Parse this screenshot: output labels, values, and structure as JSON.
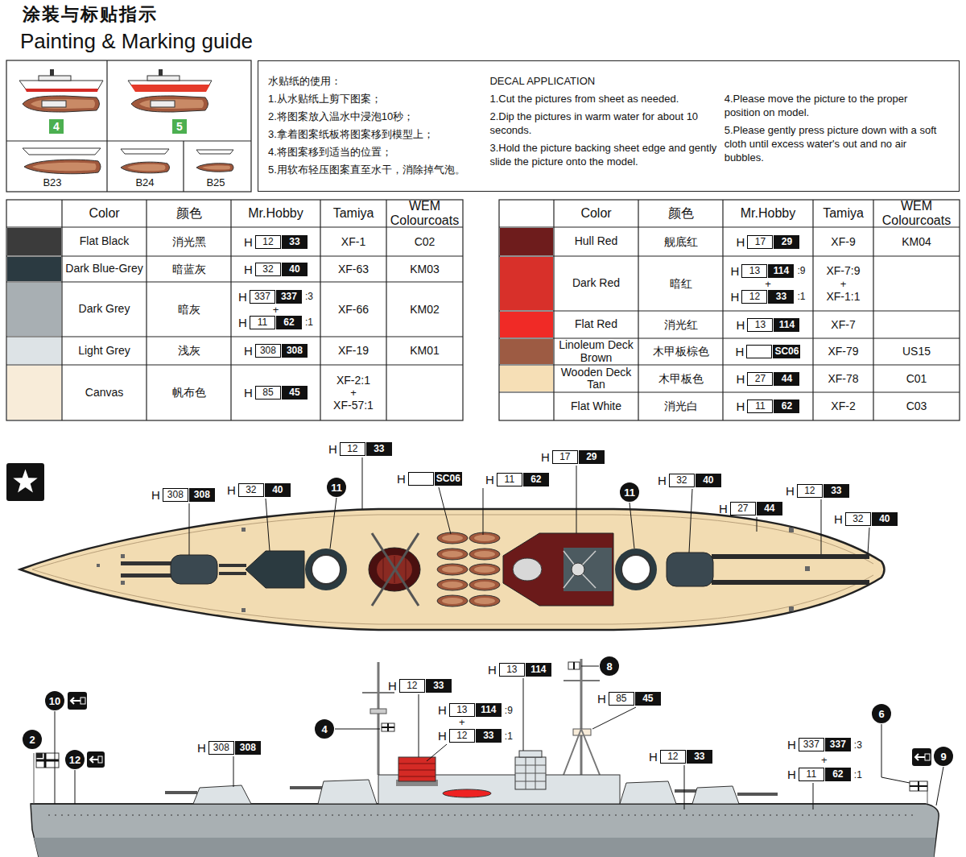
{
  "diagram": {
    "title": "涂装与标贴指示",
    "nodes": [
      {
        "text": [
          "4"
        ]
      },
      {
        "text": [
          "5"
        ]
      },
      {
        "text": [
          "水贴纸的使用：",
          "1.从水贴纸上剪下图案；",
          "2.将图案放入温水中浸泡10秒；",
          "3.拿着图案纸板将图案移到模型上；",
          "4.将图案移到适当的位置；",
          "5.用软布轻压图案直至水干，消除掉气泡。",
          "DECAL APPLICATION",
          "1.Cut the pictures from sheet as needed.",
          "2.Dip the pictures in warm water for about 10 seconds.",
          "3.Hold the picture backing sheet edge and gently slide the picture onto the model.",
          "4.Please move the picture to the proper position on model.",
          "5.Please gently press picture down with a soft cloth until excess water's out and no air bubbles."
        ]
      },
      {
        "text": [
          "11"
        ]
      },
      {
        "text": [
          "11"
        ]
      },
      {
        "text": [
          "8"
        ]
      },
      {
        "text": [
          "10"
        ]
      },
      {
        "text": [
          "6"
        ]
      },
      {
        "text": [
          "4"
        ]
      },
      {
        "text": [
          "2"
        ]
      },
      {
        "text": [
          "9"
        ]
      },
      {
        "text": [
          "12"
        ]
      }
    ],
    "labels": [
      "Painting & Marking guide",
      "B23",
      "B24",
      "B25",
      "Color",
      "颜色",
      "Mr.Hobby",
      "Tamiya",
      "WEM Colourcoats",
      "消光黑",
      "H",
      "12",
      "33",
      "XF-1",
      "C02",
      "暗蓝灰",
      "H",
      "32",
      "40",
      "XF-63",
      "KM03",
      "暗灰",
      "H",
      "337",
      "337",
      ":3",
      "+",
      "H",
      "11",
      "62",
      ":1",
      "XF-66",
      "KM02",
      "浅灰",
      "H",
      "308",
      "308",
      "XF-19",
      "KM01",
      "帆布色",
      "H",
      "85",
      "45",
      "XF-2:1",
      "+",
      "XF-57:1",
      "Color",
      "颜色",
      "Mr.Hobby",
      "Tamiya",
      "WEM Colourcoats",
      "舰底红",
      "H",
      "17",
      "29",
      "XF-9",
      "KM04",
      "暗红",
      "H",
      "13",
      "114",
      ":9",
      "+",
      "H",
      "12",
      "33",
      ":1",
      "XF-7:9",
      "+",
      "XF-1:1",
      "消光红",
      "H",
      "13",
      "114",
      "XF-7",
      "木甲板棕色",
      "H",
      "SC06",
      "XF-79",
      "US15",
      "木甲板色",
      "H",
      "27",
      "44",
      "XF-78",
      "C01",
      "消光白",
      "H",
      "11",
      "62",
      "XF-2",
      "C03",
      "H",
      "12",
      "33",
      "H",
      "17",
      "29",
      "H",
      "SC06",
      "H",
      "11",
      "62",
      "H",
      "32",
      "40",
      "H",
      "32",
      "40",
      "H",
      "12",
      "33",
      "H",
      "308",
      "308",
      "H",
      "27",
      "44",
      "H",
      "32",
      "40",
      "H",
      "13",
      "114",
      "H",
      "12",
      "33",
      "H",
      "85",
      "45",
      "H",
      "13",
      "114",
      ":9",
      "+",
      "H",
      "12",
      "33",
      ":1",
      "H",
      "337",
      "337",
      ":3",
      "H",
      "308",
      "308",
      "H",
      "12",
      "33",
      "+",
      "H",
      "11",
      "62",
      ":1"
    ],
    "legend": [
      {
        "text": "Flat Black",
        "color": "#3b3b3b"
      },
      {
        "text": "Dark Blue-Grey",
        "color": "#2b3a41"
      },
      {
        "text": "Dark Grey",
        "color": "#a8afb3"
      },
      {
        "text": "Light Grey",
        "color": "#dde3e6"
      },
      {
        "text": "Canvas",
        "color": "#f8ecd9"
      },
      {
        "text": "Hull Red",
        "color": "#6e1c1c"
      },
      {
        "text": "Dark Red",
        "color": "#d8302a"
      },
      {
        "text": "Flat Red",
        "color": "#f02a26"
      },
      {
        "text": "Linoleum Deck Brown",
        "color": "#9d5b43"
      },
      {
        "text": "Wooden Deck Tan",
        "color": "#f6dfb6"
      },
      {
        "text": "Flat White",
        "color": "#ffffff"
      }
    ]
  }
}
